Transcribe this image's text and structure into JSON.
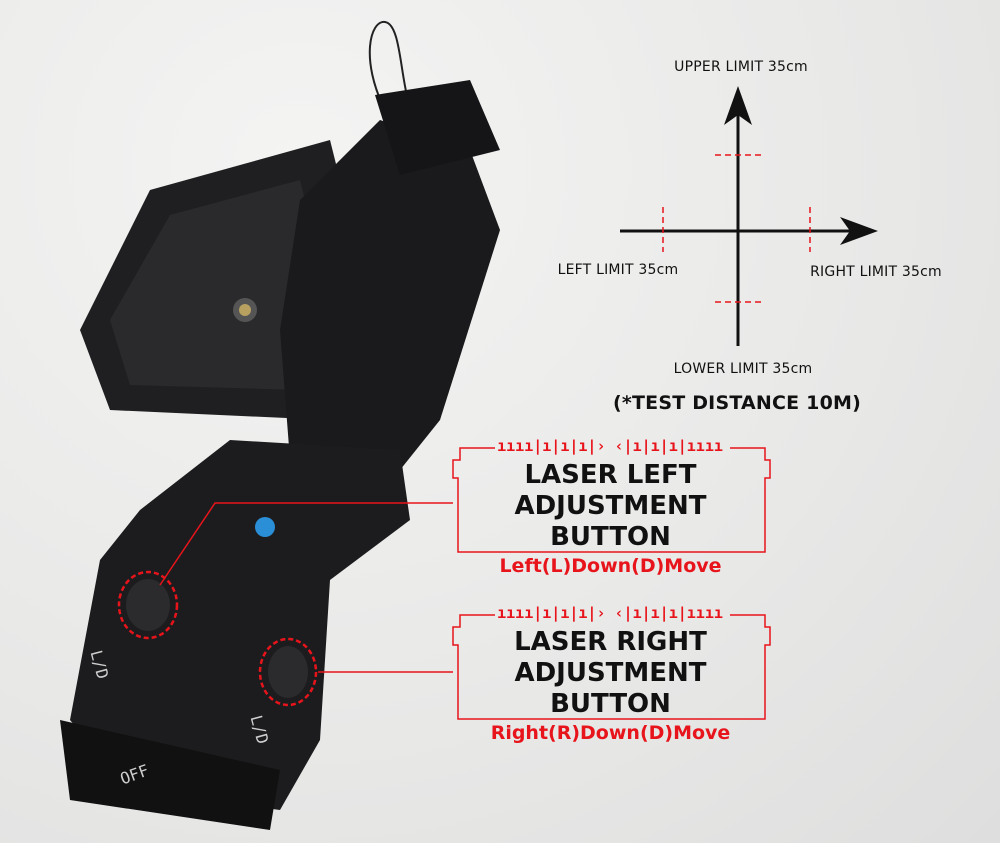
{
  "diagram": {
    "upper_label": "UPPER LIMIT 35cm",
    "left_label": "LEFT LIMIT 35cm",
    "right_label": "RIGHT LIMIT 35cm",
    "lower_label": "LOWER LIMIT 35cm",
    "test_distance": "(*TEST DISTANCE 10M)"
  },
  "callouts": [
    {
      "title_line1": "LASER LEFT",
      "title_line2": "ADJUSTMENT BUTTON",
      "subtitle": "Left(L)Down(D)Move"
    },
    {
      "title_line1": "LASER RIGHT",
      "title_line2": "ADJUSTMENT BUTTON",
      "subtitle": "Right(R)Down(D)Move"
    }
  ],
  "device": {
    "switch_label": "OFF",
    "mode_label_left": "L/D",
    "mode_label_right": "L/D"
  },
  "colors": {
    "accent": "#e8141b",
    "device": "#1c1c1e",
    "text": "#111111"
  }
}
